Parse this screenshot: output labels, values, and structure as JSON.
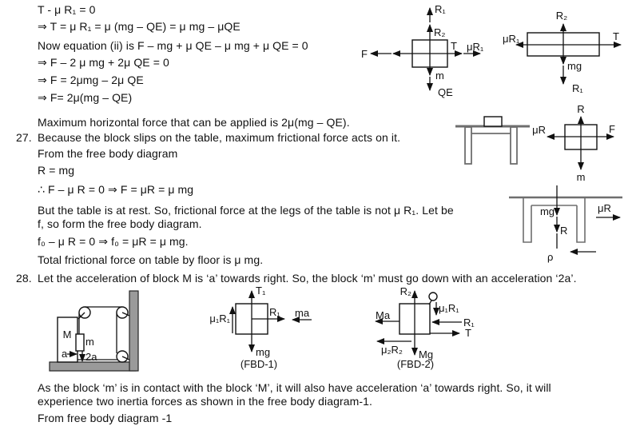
{
  "sol26": {
    "l1": "T - μ R₁ = 0",
    "l2": "⇒ T = μ R₁  = μ (mg – QE) = μ mg – μQE",
    "l3": "Now equation (ii) is F – mg + μ QE – μ mg + μ QE = 0",
    "l4": "⇒ F – 2 μ mg + 2μ QE = 0",
    "l5": "⇒ F = 2μmg – 2μ QE",
    "l6": "⇒ F= 2μ(mg – QE)",
    "l7": "Maximum horizontal force that can be applied is 2μ(mg – QE)."
  },
  "p27": {
    "num": "27.",
    "l1": "Because the block slips on the table, maximum frictional force acts on it.",
    "l2": "From the free body diagram",
    "l3": "R = mg",
    "l4": "∴ F – μ R = 0 ⇒ F = μR = μ mg",
    "l5": "But the table is at rest. So, frictional force at the legs of the table is not μ R₁. Let be",
    "l6": "f, so form the free body diagram.",
    "l7": "f₀ – μ R = 0 ⇒ f₀ = μR = μ mg.",
    "l8": "Total frictional force on table by floor is μ mg."
  },
  "p28": {
    "num": "28.",
    "l1": "Let the acceleration of block M is ‘a’ towards right. So, the block ‘m’ must go down with an acceleration ‘2a’.",
    "l2": "As the block ‘m’ is in contact with the block ‘M’, it will also have acceleration ‘a’ towards right. So, it will",
    "l3": "experience two inertia forces as shown in the free body diagram-1.",
    "l4": "From free body diagram -1"
  },
  "d_blockqe": {
    "r1": "R₁",
    "r2": "R₂",
    "f": "F",
    "t": "T",
    "mur1": "μR₁",
    "m": "m",
    "qe": "QE"
  },
  "d_slab": {
    "r2": "R₂",
    "mur1": "μR₁",
    "t": "T",
    "mg": "mg",
    "r1": "R₁"
  },
  "d_tablefbd": {
    "r": "R",
    "mur": "μR",
    "f": "F",
    "m": "m"
  },
  "d_tablefloor": {
    "mg": "mg",
    "r": "R",
    "mur": "μR",
    "rho": "ρ"
  },
  "d_pulley": {
    "bigM": "M",
    "smallm": "m",
    "a": "a",
    "twoa": "2a"
  },
  "d_fbd1": {
    "t1": "T₁",
    "mu1r1": "μ₁R₁",
    "r1": "R₁",
    "ma": "ma",
    "mg": "mg",
    "cap": "(FBD-1)"
  },
  "d_fbd2": {
    "r2": "R₂",
    "mu1r1": "μ₁R₁",
    "Ma": "Ma",
    "r1": "R₁",
    "t": "T",
    "mu2r2": "μ₂R₂",
    "Mg": "Mg",
    "cap": "(FBD-2)"
  }
}
